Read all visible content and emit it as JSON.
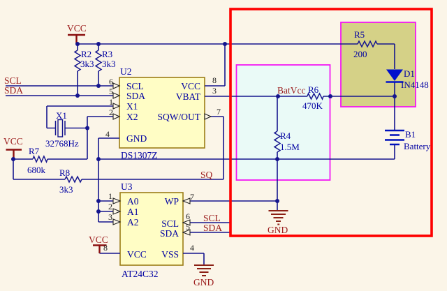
{
  "power": {
    "vcc": "VCC",
    "gnd": "GND",
    "batvcc": "BatVcc"
  },
  "nets": {
    "scl": "SCL",
    "sda": "SDA",
    "sq": "SQ"
  },
  "components": {
    "r2": {
      "ref": "R2",
      "value": "3k3"
    },
    "r3": {
      "ref": "R3",
      "value": "3k3"
    },
    "r4": {
      "ref": "R4",
      "value": "1.5M"
    },
    "r5": {
      "ref": "R5",
      "value": "200"
    },
    "r6": {
      "ref": "R6",
      "value": "470K"
    },
    "r7": {
      "ref": "R7",
      "value": "680k"
    },
    "r8": {
      "ref": "R8",
      "value": "3k3"
    },
    "x1": {
      "ref": "X1",
      "value": "32768Hz"
    },
    "d1": {
      "ref": "D1",
      "value": "IN4148"
    },
    "b1": {
      "ref": "B1",
      "value": "Battery"
    },
    "u2": {
      "ref": "U2",
      "part": "DS1307Z",
      "pins_left": [
        {
          "num": "6",
          "name": "SCL"
        },
        {
          "num": "5",
          "name": "SDA"
        },
        {
          "num": "1",
          "name": "X1"
        },
        {
          "num": "2",
          "name": "X2"
        },
        {
          "num": "4",
          "name": "GND"
        }
      ],
      "pins_right": [
        {
          "num": "8",
          "name": "VCC"
        },
        {
          "num": "3",
          "name": "VBAT"
        },
        {
          "num": "7",
          "name": "SQW/OUT"
        }
      ]
    },
    "u3": {
      "ref": "U3",
      "part": "AT24C32",
      "pins_left": [
        {
          "num": "1",
          "name": "A0"
        },
        {
          "num": "2",
          "name": "A1"
        },
        {
          "num": "3",
          "name": "A2"
        },
        {
          "num": "8",
          "name": "VCC"
        }
      ],
      "pins_right": [
        {
          "num": "7",
          "name": "WP"
        },
        {
          "num": "6",
          "name": "SCL"
        },
        {
          "num": "5",
          "name": "SDA"
        },
        {
          "num": "4",
          "name": "VSS"
        }
      ]
    }
  },
  "colors": {
    "background": "#fbf5e8",
    "wire": "#15158e",
    "blue_text": "#0000a2",
    "red_label": "#9b1b1b",
    "chip_fill": "#fffdc5",
    "chip_border": "#9b7c16",
    "highlight_box": "#fe0000",
    "region_border": "#f318f3",
    "battery_region_fill": "#eafaf7",
    "diode_region_fill": "#d5d187",
    "diode_fill": "#0010cc"
  }
}
